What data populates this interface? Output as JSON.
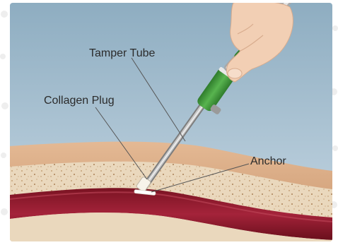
{
  "labels": {
    "tamper_tube": "Tamper Tube",
    "collagen_plug": "Collagen Plug",
    "anchor": "Anchor"
  },
  "colors": {
    "sky_top": "#8eadc1",
    "sky_bottom": "#c3d5e1",
    "skin": "#d8a983",
    "tissue": "#ead8bd",
    "vessel": "#8f1a2a",
    "vessel_dark": "#6e1120",
    "hand": "#f2cfb4",
    "grip": "#3f9a3a",
    "label_text": "#2b2b2b"
  }
}
